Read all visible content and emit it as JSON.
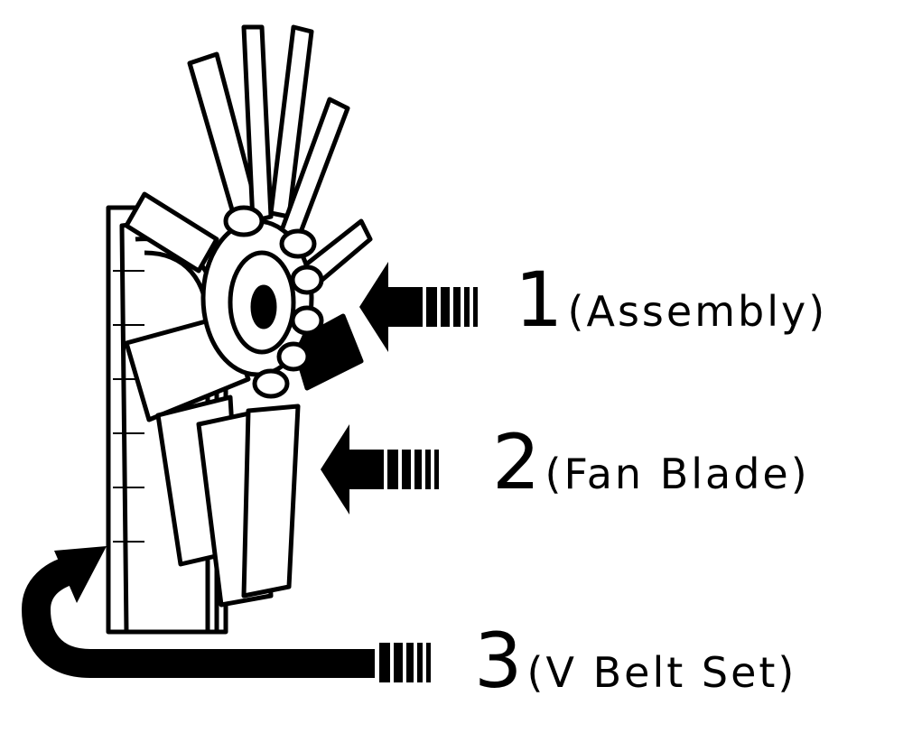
{
  "callouts": [
    {
      "number": "1",
      "label": "(Assembly)"
    },
    {
      "number": "2",
      "label": "(Fan Blade)"
    },
    {
      "number": "3",
      "label": "(V Belt Set)"
    }
  ],
  "colors": {
    "ink": "#000000",
    "paper": "#ffffff"
  },
  "icons": [
    "fan-assembly-illustration",
    "arrow-icon",
    "curved-arrow-icon"
  ]
}
